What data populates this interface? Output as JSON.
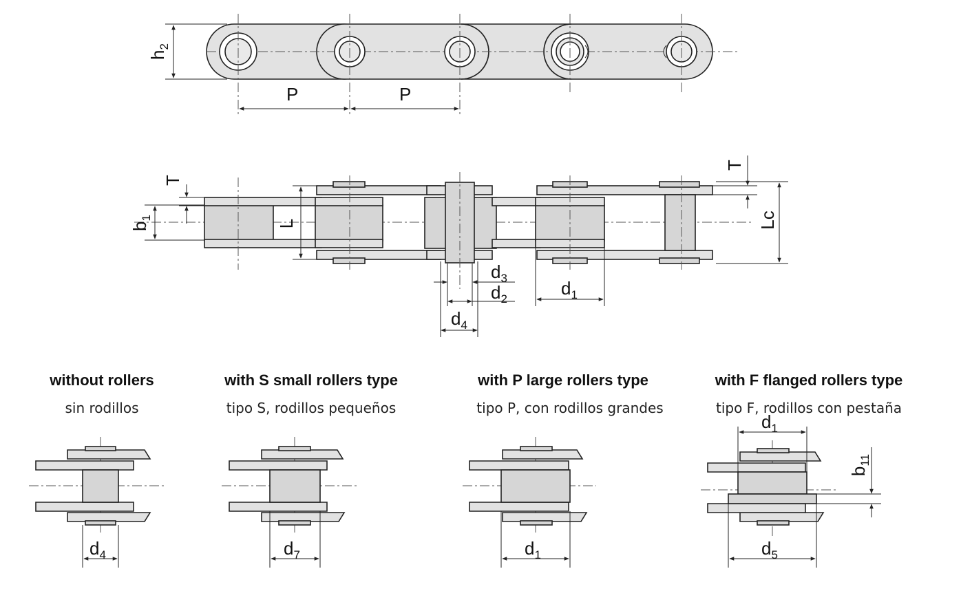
{
  "top_view": {
    "h2": {
      "main": "h",
      "sub": "2"
    },
    "pitch_1": "P",
    "pitch_2": "P"
  },
  "side_view": {
    "T_left": "T",
    "T_right": "T",
    "b1": {
      "main": "b",
      "sub": "1"
    },
    "L": "L",
    "Lc": "Lc",
    "d3": {
      "main": "d",
      "sub": "3"
    },
    "d2": {
      "main": "d",
      "sub": "2"
    },
    "d4": {
      "main": "d",
      "sub": "4"
    },
    "d1": {
      "main": "d",
      "sub": "1"
    }
  },
  "variants": [
    {
      "title": "without rollers",
      "subtitle": "sin rodillos",
      "dim": {
        "main": "d",
        "sub": "4"
      }
    },
    {
      "title": "with S small rollers type",
      "subtitle": "tipo S, rodillos pequeños",
      "dim": {
        "main": "d",
        "sub": "7"
      }
    },
    {
      "title": "with P large rollers type",
      "subtitle": "tipo P, con rodillos grandes",
      "dim": {
        "main": "d",
        "sub": "1"
      }
    },
    {
      "title": "with F flanged rollers type",
      "subtitle": "tipo F, rodillos con pestaña",
      "dim": {
        "main": "d",
        "sub": "5"
      },
      "dim_top": {
        "main": "d",
        "sub": "1"
      },
      "dim_side": {
        "main": "b",
        "sub": "11"
      }
    }
  ]
}
